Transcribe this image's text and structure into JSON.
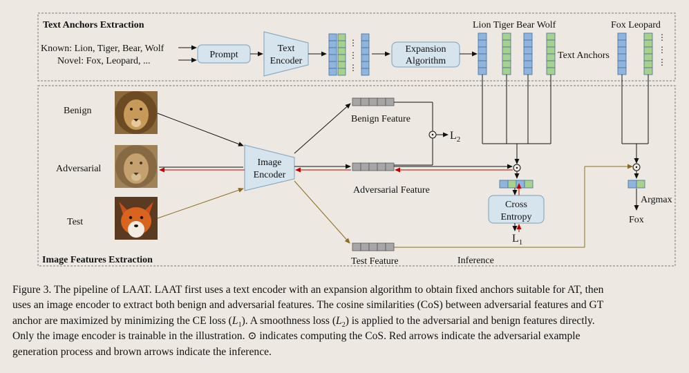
{
  "figure": {
    "top_section": {
      "title": "Text Anchors Extraction",
      "known_label": "Known: Lion, Tiger, Bear, Wolf",
      "novel_label": "Novel: Fox, Leopard, ...",
      "prompt_label": "Prompt",
      "text_encoder_line1": "Text",
      "text_encoder_line2": "Encoder",
      "expansion_line1": "Expansion",
      "expansion_line2": "Algorithm",
      "known_classes": "Lion Tiger Bear Wolf",
      "novel_classes": "Fox Leopard",
      "anchors_label": "Text Anchors"
    },
    "bottom_section": {
      "title": "Image Features Extraction",
      "benign_label": "Benign",
      "adversarial_label": "Adversarial",
      "test_label": "Test",
      "image_encoder_line1": "Image",
      "image_encoder_line2": "Encoder",
      "benign_feature": "Benign Feature",
      "adversarial_feature": "Adversarial Feature",
      "test_feature": "Test Feature",
      "inference": "Inference",
      "l2": "L",
      "l2_sub": "2",
      "l1": "L",
      "l1_sub": "1",
      "cross_line1": "Cross",
      "cross_line2": "Entropy",
      "argmax": "Argmax",
      "fox": "Fox",
      "ellipsis": "⋮"
    },
    "colors": {
      "blue_cell": "#8fb5de",
      "green_cell": "#a9d18e",
      "gray_cell": "#a6a6a6",
      "box_fill": "#d6e4ee",
      "adversarial_arrow": "#c00000",
      "inference_arrow": "#8a6a1e"
    }
  },
  "caption": {
    "l1a": "Figure 3. The pipeline of LAAT. LAAT first uses a text encoder with an expansion algorithm to obtain fixed anchors suitable for AT, then",
    "l2a": "uses an image encoder to extract both benign and adversarial features. The cosine similarities (CoS) between adversarial features and GT",
    "l3a": "anchor are maximized by minimizing the CE loss (",
    "l3b": "L",
    "l3c": "1",
    "l3d": "). A smoothness loss (",
    "l3e": "L",
    "l3f": "2",
    "l3g": ") is applied to the adversarial and benign features directly.",
    "l4a": "Only the image encoder is trainable in the illustration. ",
    "l4b": "⊙",
    "l4c": " indicates computing the CoS. Red arrows indicate the adversarial example",
    "l5a": "generation process and brown arrows indicate the inference."
  }
}
